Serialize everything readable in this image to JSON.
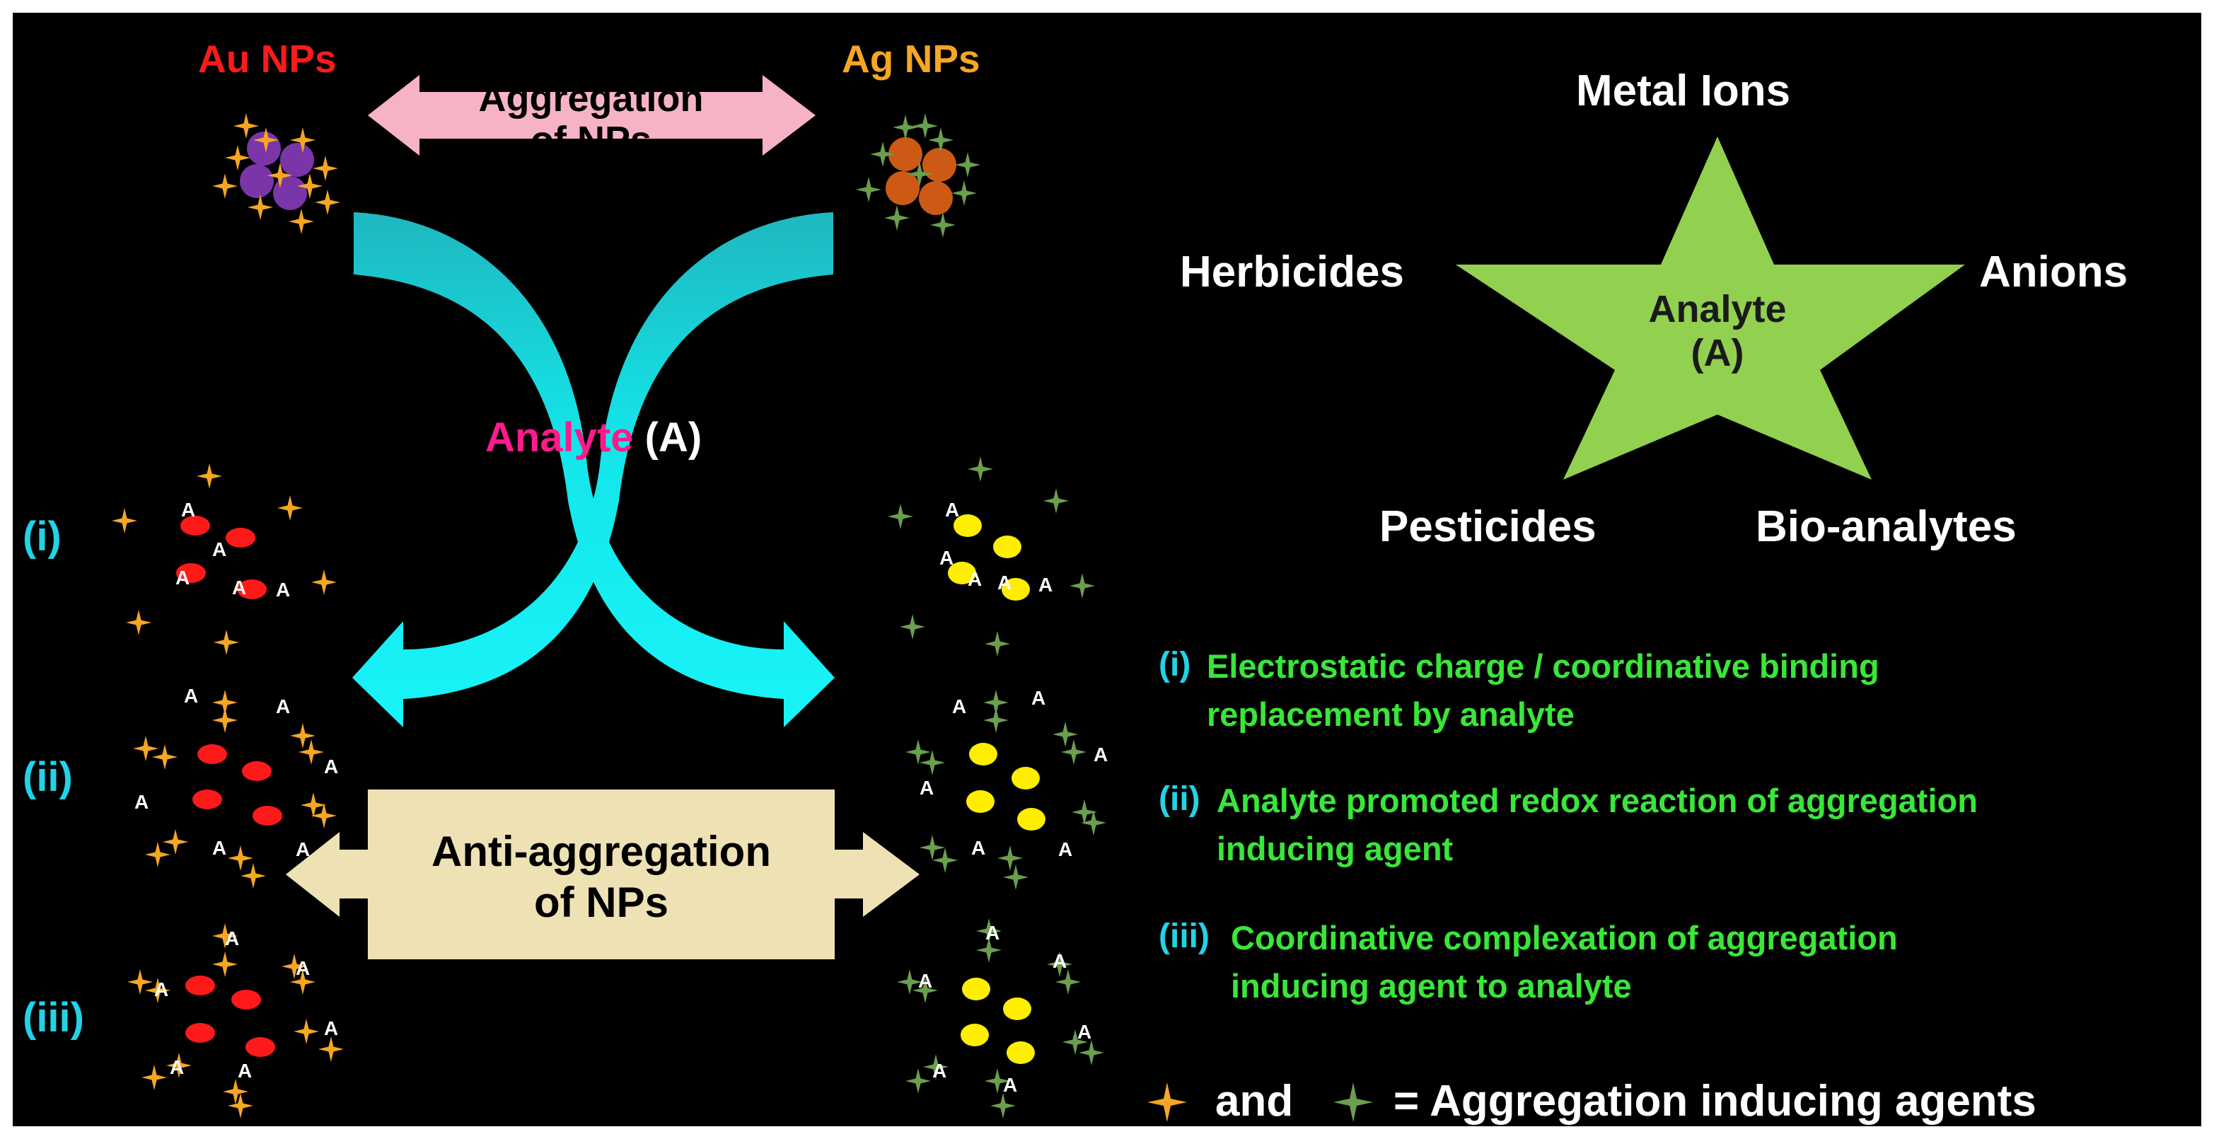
{
  "nps": {
    "au": "Au NPs",
    "ag": "Ag NPs"
  },
  "aggregation": {
    "line1": "Aggregation",
    "line2": "of NPs"
  },
  "anti_aggregation": {
    "line1": "Anti-aggregation",
    "line2": "of NPs"
  },
  "analyte": {
    "word": "Analyte",
    "symbol": "(A)"
  },
  "analyte_marker": "A",
  "rows": [
    "(i)",
    "(ii)",
    "(iii)"
  ],
  "star": {
    "center_line1": "Analyte",
    "center_line2": "(A)",
    "top": "Metal Ions",
    "left": "Herbicides",
    "right": "Anions",
    "bottom_left": "Pesticides",
    "bottom_right": "Bio-analytes"
  },
  "mechanisms": [
    {
      "num": "(i)",
      "line1": "Electrostatic charge / coordinative binding",
      "line2": "replacement by analyte"
    },
    {
      "num": "(ii)",
      "line1": "Analyte promoted redox reaction of aggregation",
      "line2": "inducing agent"
    },
    {
      "num": "(iii)",
      "line1": "Coordinative complexation of aggregation",
      "line2": "inducing agent to analyte"
    }
  ],
  "legend": {
    "and": "and",
    "text": "= Aggregation inducing agents"
  },
  "colors": {
    "au_text": "#ff1a1a",
    "ag_text": "#f5a623",
    "analyte_word": "#ff1a8c",
    "cyan_arrow": "#14e3e8",
    "pink_box": "#f7b3c6",
    "tan_box": "#eee2b4",
    "star_fill": "#92d050",
    "mechanism_text": "#39e639",
    "roman_numerals": "#22d3e6",
    "au_particle": "#7a35a8",
    "ag_particle": "#cc5a14",
    "dispersed_au": "#ff1a1a",
    "dispersed_ag": "#ffee00",
    "agent_orange": "#f5a623",
    "agent_green": "#6b9e4e"
  }
}
